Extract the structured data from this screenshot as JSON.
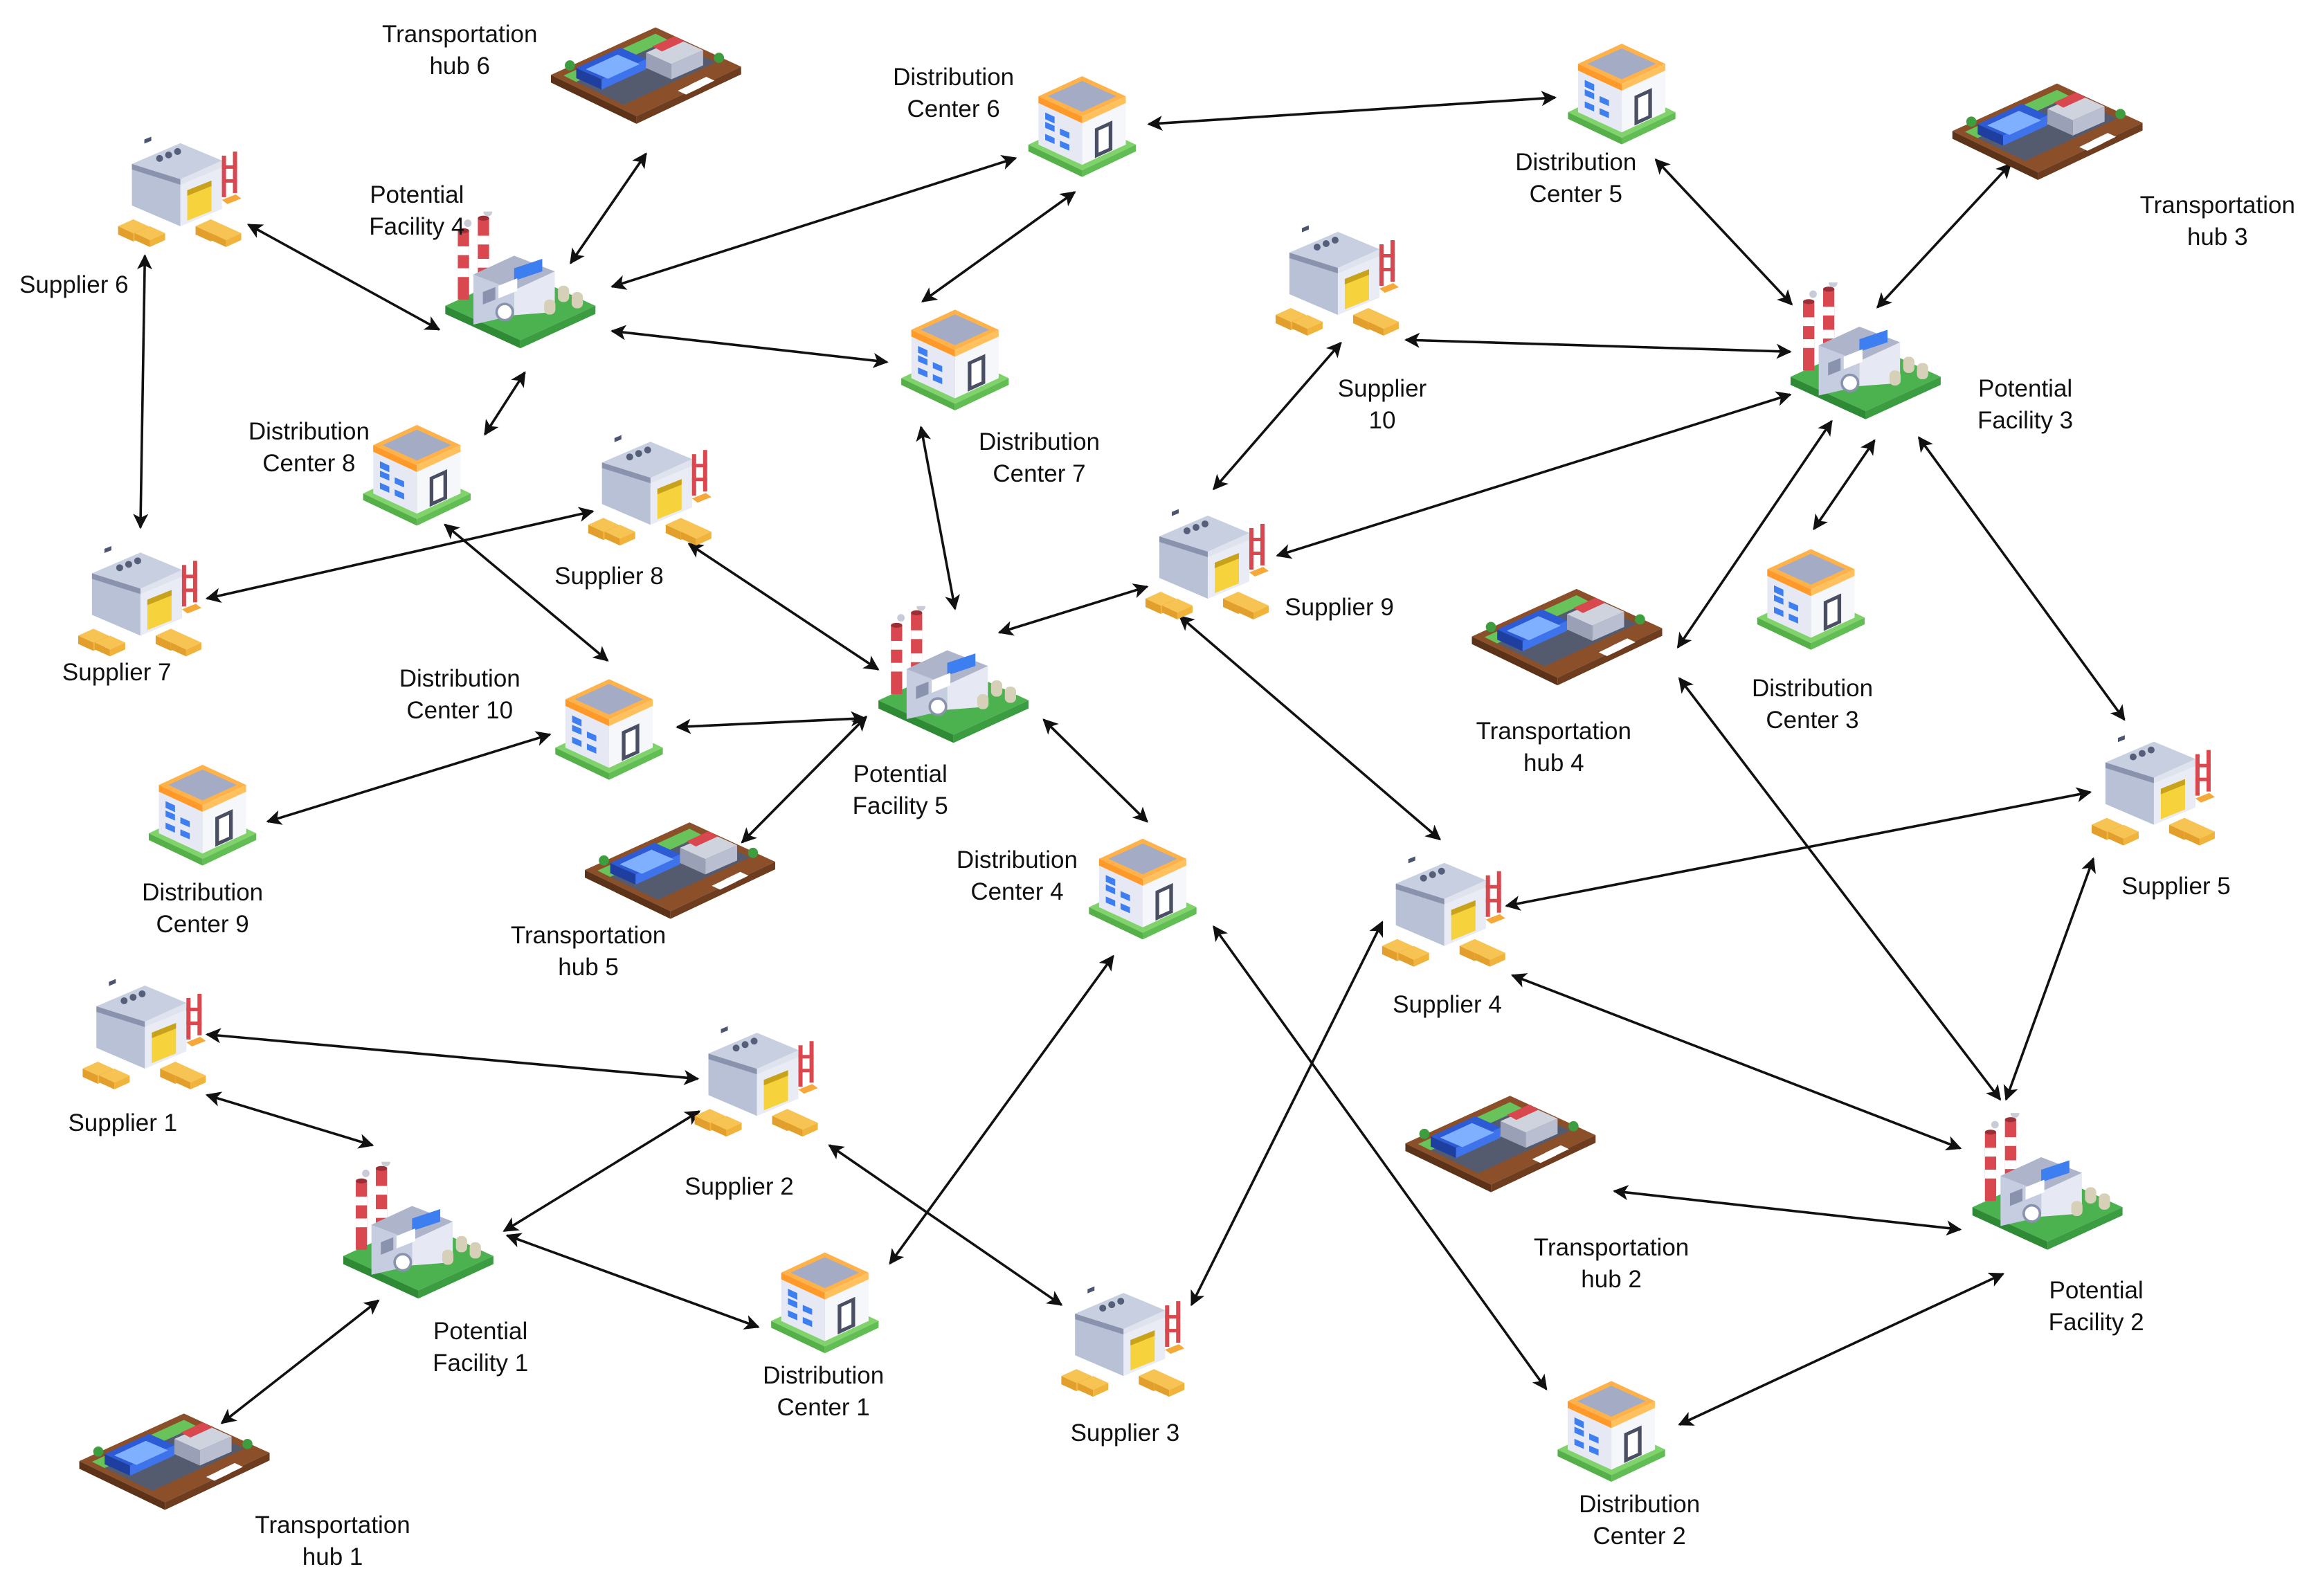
{
  "nodes": [
    {
      "id": "sup1",
      "type": "supplier",
      "label": "Supplier 1"
    },
    {
      "id": "sup2",
      "type": "supplier",
      "label": "Supplier 2"
    },
    {
      "id": "sup3",
      "type": "supplier",
      "label": "Supplier 3"
    },
    {
      "id": "sup4",
      "type": "supplier",
      "label": "Supplier 4"
    },
    {
      "id": "sup5",
      "type": "supplier",
      "label": "Supplier 5"
    },
    {
      "id": "sup6",
      "type": "supplier",
      "label": "Supplier 6"
    },
    {
      "id": "sup7",
      "type": "supplier",
      "label": "Supplier 7"
    },
    {
      "id": "sup8",
      "type": "supplier",
      "label": "Supplier 8"
    },
    {
      "id": "sup9",
      "type": "supplier",
      "label": "Supplier 9"
    },
    {
      "id": "sup10",
      "type": "supplier",
      "label": "Supplier\n10"
    },
    {
      "id": "fac1",
      "type": "facility",
      "label": "Potential\nFacility 1"
    },
    {
      "id": "fac2",
      "type": "facility",
      "label": "Potential\nFacility 2"
    },
    {
      "id": "fac3",
      "type": "facility",
      "label": "Potential\nFacility 3"
    },
    {
      "id": "fac4",
      "type": "facility",
      "label": "Potential\nFacility 4"
    },
    {
      "id": "fac5",
      "type": "facility",
      "label": "Potential\nFacility 5"
    },
    {
      "id": "dc1",
      "type": "distribution",
      "label": "Distribution\nCenter 1"
    },
    {
      "id": "dc2",
      "type": "distribution",
      "label": "Distribution\nCenter 2"
    },
    {
      "id": "dc3",
      "type": "distribution",
      "label": "Distribution\nCenter 3"
    },
    {
      "id": "dc4",
      "type": "distribution",
      "label": "Distribution\nCenter 4"
    },
    {
      "id": "dc5",
      "type": "distribution",
      "label": "Distribution\nCenter 5"
    },
    {
      "id": "dc6",
      "type": "distribution",
      "label": "Distribution\nCenter 6"
    },
    {
      "id": "dc7",
      "type": "distribution",
      "label": "Distribution\nCenter 7"
    },
    {
      "id": "dc8",
      "type": "distribution",
      "label": "Distribution\nCenter 8"
    },
    {
      "id": "dc9",
      "type": "distribution",
      "label": "Distribution\nCenter 9"
    },
    {
      "id": "dc10",
      "type": "distribution",
      "label": "Distribution\nCenter 10"
    },
    {
      "id": "hub1",
      "type": "transport",
      "label": "Transportation\nhub 1"
    },
    {
      "id": "hub2",
      "type": "transport",
      "label": "Transportation\nhub 2"
    },
    {
      "id": "hub3",
      "type": "transport",
      "label": "Transportation\nhub 3"
    },
    {
      "id": "hub4",
      "type": "transport",
      "label": "Transportation\nhub 4"
    },
    {
      "id": "hub5",
      "type": "transport",
      "label": "Transportation\nhub 5"
    },
    {
      "id": "hub6",
      "type": "transport",
      "label": "Transportation\nhub 6"
    }
  ],
  "edges": [
    [
      "sup6",
      "fac4"
    ],
    [
      "sup6",
      "sup7"
    ],
    [
      "fac4",
      "hub6"
    ],
    [
      "fac4",
      "dc6"
    ],
    [
      "fac4",
      "dc7"
    ],
    [
      "fac4",
      "dc8"
    ],
    [
      "dc6",
      "dc5"
    ],
    [
      "dc6",
      "dc7"
    ],
    [
      "sup7",
      "sup8"
    ],
    [
      "dc8",
      "dc10"
    ],
    [
      "sup8",
      "fac5"
    ],
    [
      "dc7",
      "fac5"
    ],
    [
      "fac5",
      "sup9"
    ],
    [
      "fac5",
      "dc10"
    ],
    [
      "fac5",
      "hub5"
    ],
    [
      "fac5",
      "dc4"
    ],
    [
      "dc10",
      "dc9"
    ],
    [
      "sup9",
      "sup10"
    ],
    [
      "sup9",
      "fac3"
    ],
    [
      "sup9",
      "sup4"
    ],
    [
      "sup10",
      "fac3"
    ],
    [
      "dc5",
      "fac3"
    ],
    [
      "hub3",
      "fac3"
    ],
    [
      "fac3",
      "hub4"
    ],
    [
      "fac3",
      "dc3"
    ],
    [
      "fac3",
      "sup5"
    ],
    [
      "sup5",
      "sup4"
    ],
    [
      "sup5",
      "fac2"
    ],
    [
      "hub4",
      "fac2"
    ],
    [
      "sup4",
      "fac2"
    ],
    [
      "sup4",
      "sup3"
    ],
    [
      "hub2",
      "fac2"
    ],
    [
      "dc2",
      "fac2"
    ],
    [
      "dc4",
      "dc2"
    ],
    [
      "dc4",
      "dc1"
    ],
    [
      "sup1",
      "sup2"
    ],
    [
      "sup1",
      "fac1"
    ],
    [
      "sup2",
      "fac1"
    ],
    [
      "sup2",
      "sup3"
    ],
    [
      "fac1",
      "dc1"
    ],
    [
      "fac1",
      "hub1"
    ]
  ],
  "colors": {
    "arrow": "#111111",
    "facility_base": "#3aa54a",
    "distribution_roof": "#f6a93b",
    "supplier_pallet": "#f4b844",
    "transport_bus": "#2d5bd6"
  }
}
